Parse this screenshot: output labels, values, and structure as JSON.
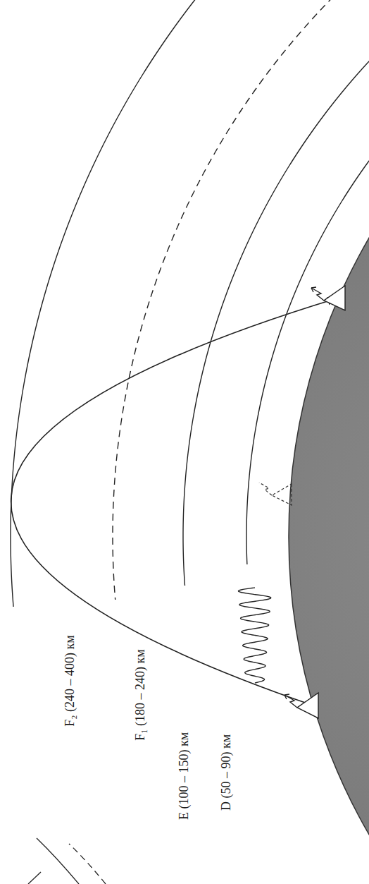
{
  "diagram": {
    "labels": [
      "F₂ (240 – 400) км",
      "F₁ (180 – 240) км",
      "E (100 – 150) км",
      "D (50 – 90) км"
    ]
  }
}
